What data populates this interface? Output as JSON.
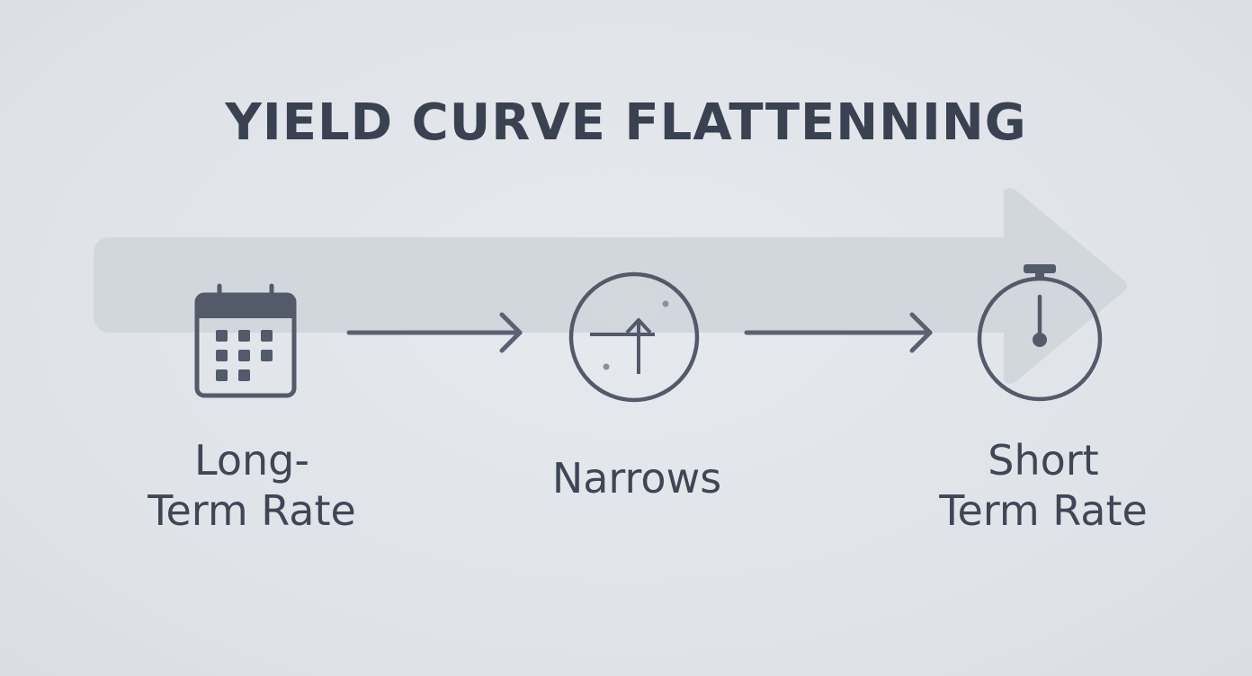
{
  "title": "YIELD CURVE FLATTENNING",
  "steps": [
    {
      "icon": "calendar-icon",
      "label_lines": [
        "Long-",
        "Term Rate"
      ]
    },
    {
      "icon": "compass-arrow-icon",
      "label_lines": [
        "Narrows"
      ]
    },
    {
      "icon": "stopwatch-icon",
      "label_lines": [
        "Short",
        "Term Rate"
      ]
    }
  ],
  "colors": {
    "background": "#e2e5ea",
    "band": "#cfd3da",
    "icon_stroke": "#535a69",
    "text": "#3f4656"
  }
}
